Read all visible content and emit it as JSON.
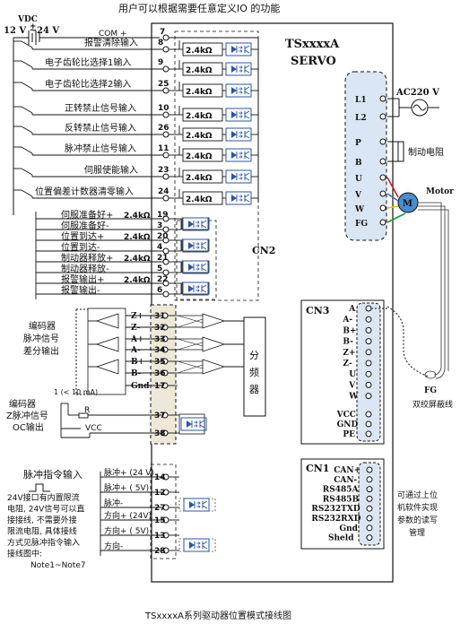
{
  "header": {
    "title": "用户可以根据需要任意定义IO 的功能",
    "vdc": "VDC",
    "voltage_range": "12 V ~24 V"
  },
  "device": {
    "model": "TSxxxxA",
    "type": "SERVO",
    "cn2": "CN2",
    "cn3": "CN3",
    "cn1": "CN1",
    "divider": "分频器"
  },
  "inputs": {
    "com": {
      "label": "COM +",
      "pin": "7"
    },
    "resistor": "2.4kΩ",
    "items": [
      {
        "label": "报警清除输入",
        "pin": "8"
      },
      {
        "label": "电子齿轮比选择1输入",
        "pin": "9"
      },
      {
        "label": "电子齿轮比选择2输入",
        "pin": "25"
      },
      {
        "label": "正转禁止信号输入",
        "pin": "10"
      },
      {
        "label": "反转禁止信号输入",
        "pin": "26"
      },
      {
        "label": "脉冲禁止信号输入",
        "pin": "11"
      },
      {
        "label": "伺服使能输入",
        "pin": "23"
      },
      {
        "label": "位置偏差计数器清零输入",
        "pin": "24"
      }
    ]
  },
  "outputs": {
    "res_label": "2.4kΩ",
    "items": [
      {
        "label": "伺服准备好+",
        "pin": "19",
        "res": true
      },
      {
        "label": "伺服准备好-",
        "pin": "3",
        "res": false
      },
      {
        "label": "位置到达+",
        "pin": "20",
        "res": true
      },
      {
        "label": "位置到达-",
        "pin": "4",
        "res": false
      },
      {
        "label": "制动器释放+",
        "pin": "21",
        "res": true
      },
      {
        "label": "制动器释放-",
        "pin": "5",
        "res": false
      },
      {
        "label": "报警输出+",
        "pin": "22",
        "res": true
      },
      {
        "label": "报警输出-",
        "pin": "6",
        "res": false
      }
    ]
  },
  "encoder": {
    "label_lines": [
      "编码器",
      "脉冲信号",
      "差分输出"
    ],
    "signals": [
      {
        "name": "Z+",
        "pin": "31"
      },
      {
        "name": "Z-",
        "pin": "32"
      },
      {
        "name": "A+",
        "pin": "33"
      },
      {
        "name": "A-",
        "pin": "34"
      },
      {
        "name": "B+",
        "pin": "35"
      },
      {
        "name": "B-",
        "pin": "36"
      },
      {
        "name": "Gnd",
        "pin": "17"
      }
    ],
    "z_label_lines": [
      "编码器",
      "Z脉冲信号",
      "OC输出"
    ],
    "current": "1 (< 10 mA)",
    "r": "R",
    "vcc": "VCC",
    "z_pins": [
      "37",
      "38"
    ]
  },
  "pulse": {
    "title": "脉冲指令输入",
    "note_lines": [
      "24V接口有内置限流",
      "电阻, 24V信号可以直",
      "接接线, 不需要外接",
      "限流电阻, 具体接线",
      "方式见脉冲指令输入",
      "接线图中:",
      "Note1~Note7"
    ],
    "items": [
      {
        "label": "脉冲+ (24 V)",
        "pin": "14"
      },
      {
        "label": "脉冲+ ( 5V)",
        "pin": "12"
      },
      {
        "label": "脉冲-",
        "pin": "27"
      },
      {
        "label": "方向+ (24V)",
        "pin": "15"
      },
      {
        "label": "方向+ ( 5V)",
        "pin": "13"
      },
      {
        "label": "方向-",
        "pin": "28"
      }
    ]
  },
  "power": {
    "ac": "AC220 V",
    "terminals": [
      "L1",
      "L2",
      "P",
      "B",
      "U",
      "V",
      "W",
      "FG"
    ],
    "brake_resistor": "制动电阻",
    "motor": "Motor",
    "motor_symbol": "M",
    "fg": "FG",
    "shield": "双绞屏蔽线"
  },
  "cn3_pins": [
    "A",
    "A-",
    "B+",
    "B-",
    "Z+",
    "Z-",
    "U",
    "V",
    "W",
    "VCC",
    "GND",
    "PE"
  ],
  "cn1": {
    "pins": [
      "CAN+",
      "CAN-",
      "RS485A",
      "RS485B",
      "RS232TXD",
      "RS232RXD",
      "Gnd",
      "Sheld"
    ],
    "note_lines": [
      "可通过上位",
      "机软件实现",
      "参数的读写",
      "管理"
    ]
  },
  "caption": "TSxxxxA系列驱动器位置模式接线图",
  "colors": {
    "u_wire": "#d01c1c",
    "v_wire": "#1f6fd0",
    "w_wire": "#e6c400",
    "fg_wire": "#1a9a2a",
    "panel_fill": "#dbe6f4",
    "motor_fill": "#4a8ccd"
  }
}
